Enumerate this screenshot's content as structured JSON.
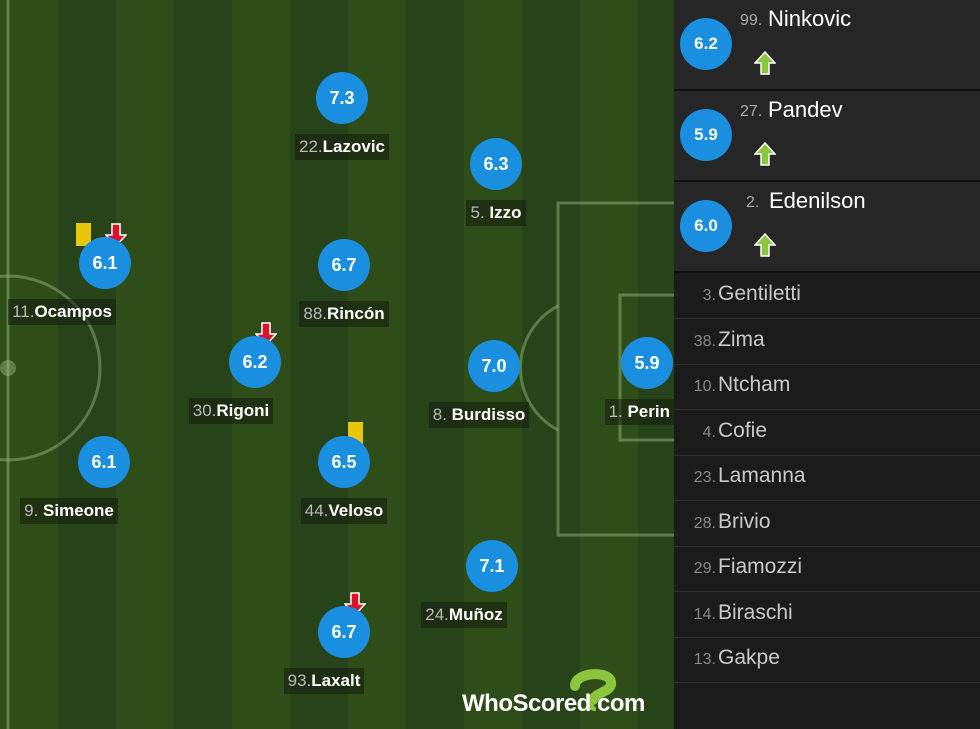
{
  "colors": {
    "rating_bg": "#1a8fe0",
    "yellow_card": "#e8c60e",
    "sub_off_arrow": "#e0102b",
    "sub_on_arrow": "#8cc63f",
    "pitch_stripe_a": "#2f4d18",
    "pitch_stripe_b": "#27431a"
  },
  "pitch_players": [
    {
      "id": "lazovic",
      "rating": "7.3",
      "number": "22.",
      "name": "Lazovic"
    },
    {
      "id": "izzo",
      "rating": "6.3",
      "number": "5. ",
      "name": "Izzo"
    },
    {
      "id": "ocampos",
      "rating": "6.1",
      "number": "11.",
      "name": "Ocampos",
      "yellow_card": true,
      "subbed_off": true
    },
    {
      "id": "rincon",
      "rating": "6.7",
      "number": "88.",
      "name": "Rincón"
    },
    {
      "id": "rigoni",
      "rating": "6.2",
      "number": "30.",
      "name": "Rigoni",
      "subbed_off": true
    },
    {
      "id": "burdisso",
      "rating": "7.0",
      "number": "8. ",
      "name": "Burdisso"
    },
    {
      "id": "perin",
      "rating": "5.9",
      "number": "1. ",
      "name": "Perin"
    },
    {
      "id": "simeone",
      "rating": "6.1",
      "number": "9. ",
      "name": "Simeone"
    },
    {
      "id": "veloso",
      "rating": "6.5",
      "number": "44.",
      "name": "Veloso",
      "yellow_card": true
    },
    {
      "id": "munoz",
      "rating": "7.1",
      "number": "24.",
      "name": "Muñoz"
    },
    {
      "id": "laxalt",
      "rating": "6.7",
      "number": "93.",
      "name": "Laxalt",
      "subbed_off": true
    }
  ],
  "subs_used": [
    {
      "rating": "6.2",
      "number": "99.",
      "name": "Ninkovic",
      "icon": "sub-on-arrow-icon"
    },
    {
      "rating": "5.9",
      "number": "27.",
      "name": "Pandev",
      "icon": "sub-on-arrow-icon"
    },
    {
      "rating": "6.0",
      "number": "2.",
      "name": "Edenilson",
      "icon": "sub-on-arrow-icon"
    }
  ],
  "bench": [
    {
      "number": "3.",
      "name": "Gentiletti"
    },
    {
      "number": "38.",
      "name": "Zima"
    },
    {
      "number": "10.",
      "name": "Ntcham"
    },
    {
      "number": "4.",
      "name": "Cofie"
    },
    {
      "number": "23.",
      "name": "Lamanna"
    },
    {
      "number": "28.",
      "name": "Brivio"
    },
    {
      "number": "29.",
      "name": "Fiamozzi"
    },
    {
      "number": "14.",
      "name": "Biraschi"
    },
    {
      "number": "13.",
      "name": "Gakpe"
    }
  ],
  "brand": {
    "who": "WhoScored",
    "dot": ".",
    "com": "com"
  }
}
